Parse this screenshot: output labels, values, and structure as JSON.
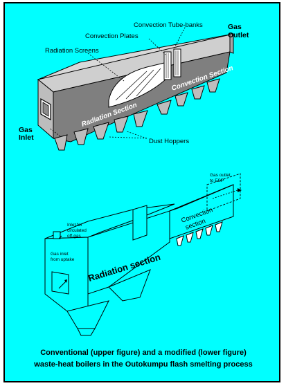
{
  "upper": {
    "labels": {
      "convection_tube_banks": "Convection Tube-banks",
      "convection_plates": "Convection Plates",
      "radiation_screens": "Radiation Screens",
      "gas_outlet_line1": "Gas",
      "gas_outlet_line2": "Outlet",
      "gas_inlet_line1": "Gas",
      "gas_inlet_line2": "Inlet",
      "dust_hoppers": "Dust Hoppers",
      "radiation_section": "Radiation Section",
      "convection_section": "Convection Section"
    }
  },
  "lower": {
    "labels": {
      "gas_outlet_esp_line1": "Gas outlet",
      "gas_outlet_esp_line2": "to ESP",
      "convection_section_line1": "Convection",
      "convection_section_line2": "section",
      "inlet_circulated_line1": "Inlet for",
      "inlet_circulated_line2": "circulated",
      "inlet_circulated_line3": "off-gas",
      "gas_inlet_uptake_line1": "Gas inlet",
      "gas_inlet_uptake_line2": "from uptake",
      "radiation_section": "Radiation section"
    }
  },
  "caption": {
    "line1": "Conventional (upper figure) and a modified (lower figure)",
    "line2": "waste-heat boilers  in the Outokumpu flash smelting process"
  },
  "colors": {
    "background": "#00ffff",
    "boiler_top": "#d9d9d9",
    "boiler_side": "#7f7f7f",
    "boiler_front": "#bdbdbd",
    "outline": "#000000"
  }
}
